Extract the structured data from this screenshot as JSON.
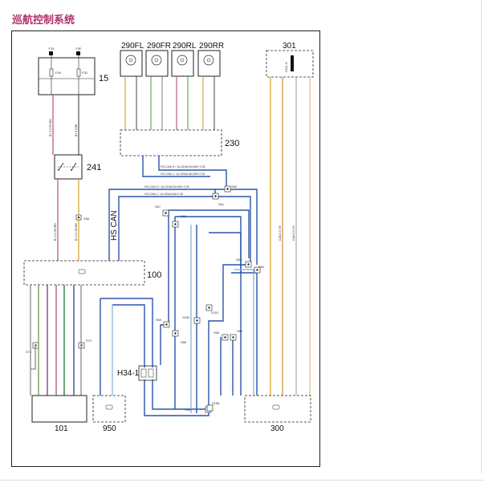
{
  "page": {
    "title": "巡航控制系统"
  },
  "diagram": {
    "components": {
      "fuse_box": {
        "id": "15",
        "fuse_left_top": "F15",
        "fuse_right_top": "F30",
        "fuse_left_in": "F45",
        "fuse_right_in": "F30"
      },
      "switch": {
        "id": "241"
      },
      "ecm": {
        "id": "100"
      },
      "abs": {
        "id": "230"
      },
      "sensor_fl": {
        "id": "290FL"
      },
      "sensor_fr": {
        "id": "290FR"
      },
      "sensor_rl": {
        "id": "290RL"
      },
      "sensor_rr": {
        "id": "290RR"
      },
      "cluster": {
        "id": "301",
        "inner": "CAN-H"
      },
      "lower_left": {
        "id": "101"
      },
      "lower_mid": {
        "id": "950"
      },
      "lower_right": {
        "id": "300"
      },
      "connector": {
        "id": "H34-1"
      }
    },
    "bus_label": "HS CAN",
    "splices": [
      "S56",
      "S60",
      "S61",
      "S62",
      "S63",
      "S64",
      "S65",
      "S66",
      "S67",
      "S68",
      "S69",
      "S72",
      "S73",
      "S150",
      "S151",
      "S157",
      "S158"
    ]
  }
}
